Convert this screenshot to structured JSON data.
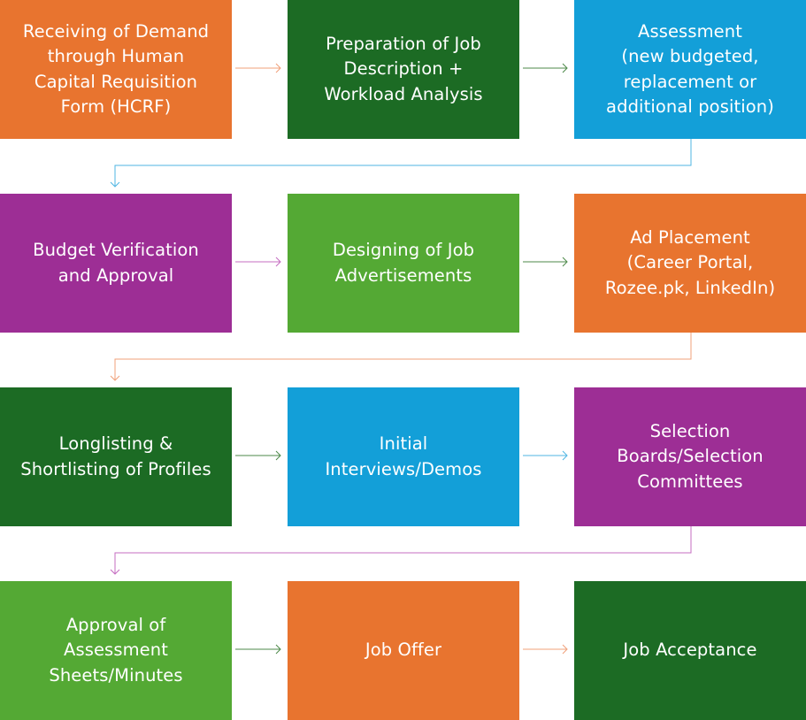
{
  "colors": {
    "orange": "#e8742f",
    "dark_green": "#1c6b24",
    "blue": "#139fd8",
    "purple": "#9d2e95",
    "light_green": "#54a934",
    "arrow_orange": "#f0a07a",
    "arrow_green": "#4e8a4a",
    "arrow_blue": "#4fb6e3",
    "arrow_purple": "#c46cc0"
  },
  "steps": [
    {
      "label": "Receiving of Demand\nthrough Human\nCapital Requisition\nForm (HCRF)",
      "color": "orange"
    },
    {
      "label": "Preparation of Job\nDescription +\nWorkload Analysis",
      "color": "dark_green"
    },
    {
      "label": "Assessment\n(new budgeted,\nreplacement or\nadditional position)",
      "color": "blue"
    },
    {
      "label": "Budget Verification\nand Approval",
      "color": "purple"
    },
    {
      "label": "Designing of Job\nAdvertisements",
      "color": "light_green"
    },
    {
      "label": "Ad Placement\n(Career Portal,\nRozee.pk, LinkedIn)",
      "color": "orange"
    },
    {
      "label": "Longlisting &\nShortlisting of Profiles",
      "color": "dark_green"
    },
    {
      "label": "Initial\nInterviews/Demos",
      "color": "blue"
    },
    {
      "label": "Selection\nBoards/Selection\nCommittees",
      "color": "purple"
    },
    {
      "label": "Approval of\nAssessment\nSheets/Minutes",
      "color": "light_green"
    },
    {
      "label": "Job Offer",
      "color": "orange"
    },
    {
      "label": "Job Acceptance",
      "color": "dark_green"
    }
  ],
  "flow": [
    {
      "from": 0,
      "to": 1,
      "color": "arrow_orange"
    },
    {
      "from": 1,
      "to": 2,
      "color": "arrow_green"
    },
    {
      "from": 2,
      "to": 3,
      "color": "arrow_blue"
    },
    {
      "from": 3,
      "to": 4,
      "color": "arrow_purple"
    },
    {
      "from": 4,
      "to": 5,
      "color": "arrow_green"
    },
    {
      "from": 5,
      "to": 6,
      "color": "arrow_orange"
    },
    {
      "from": 6,
      "to": 7,
      "color": "arrow_green"
    },
    {
      "from": 7,
      "to": 8,
      "color": "arrow_blue"
    },
    {
      "from": 8,
      "to": 9,
      "color": "arrow_purple"
    },
    {
      "from": 9,
      "to": 10,
      "color": "arrow_green"
    },
    {
      "from": 10,
      "to": 11,
      "color": "arrow_orange"
    }
  ]
}
